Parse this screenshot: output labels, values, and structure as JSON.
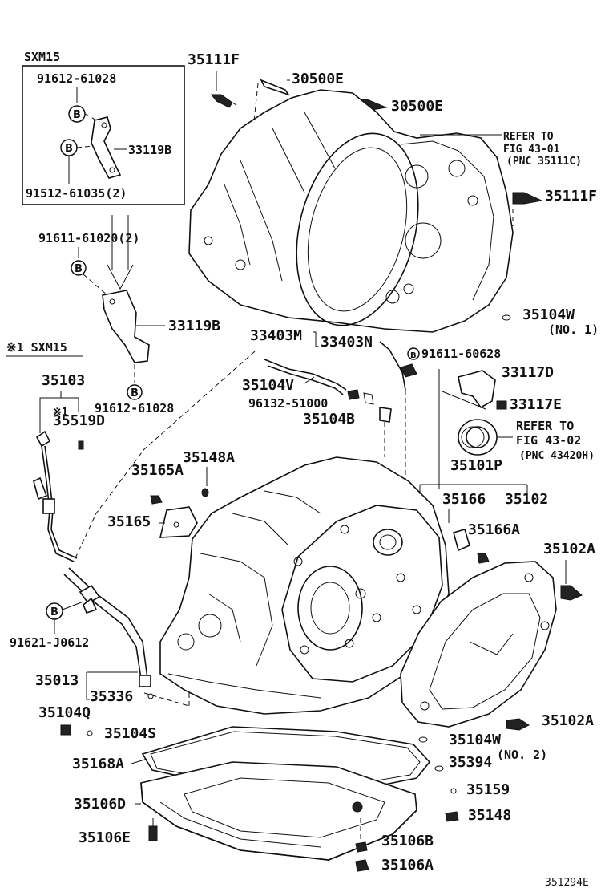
{
  "labels": {
    "sxm15_box_title": "SXM15",
    "p91612_61028_top": "91612-61028",
    "p33119b_top": "33119B",
    "p91512_61035": "91512-61035(2)",
    "p91611_61020": "91611-61020(2)",
    "p33119b_main": "33119B",
    "p91612_61028_bot": "91612-61028",
    "sxm15_note": "※1 SXM15",
    "p35103": "35103",
    "note_mark": "※1",
    "p35519d": "35519D",
    "p91621_j0612": "91621-J0612",
    "p35013": "35013",
    "p35336": "35336",
    "p35104q": "35104Q",
    "p35104s": "35104S",
    "p35111f_top": "35111F",
    "p30500e_a": "30500E",
    "p30500e_b": "30500E",
    "refer1_line1": "REFER TO",
    "refer1_line2": "FIG 43-01",
    "refer1_line3": "(PNC 35111C)",
    "p35111f_right": "35111F",
    "p35104w_no1": "35104W",
    "no1": "(NO. 1)",
    "p33403m": "33403M",
    "p33403n": "33403N",
    "p91611_60628": "91611-60628",
    "p35104v": "35104V",
    "p96132_51000": "96132-51000",
    "p35104b": "35104B",
    "p33117d": "33117D",
    "p33117e": "33117E",
    "refer2_line1": "REFER TO",
    "refer2_line2": "FIG 43-02",
    "refer2_line3": "(PNC 43420H)",
    "p35101p": "35101P",
    "p35148a": "35148A",
    "p35165a": "35165A",
    "p35165": "35165",
    "p35166": "35166",
    "p35102": "35102",
    "p35166a": "35166A",
    "p35102a_top": "35102A",
    "p35102a_bot": "35102A",
    "p35104w_no2": "35104W",
    "no2": "(NO. 2)",
    "p35168a": "35168A",
    "p35394": "35394",
    "p35106d": "35106D",
    "p35159": "35159",
    "p35148": "35148",
    "p35106e": "35106E",
    "p35106b": "35106B",
    "p35106a": "35106A",
    "figure_id": "351294E"
  },
  "badge_letter": "B"
}
